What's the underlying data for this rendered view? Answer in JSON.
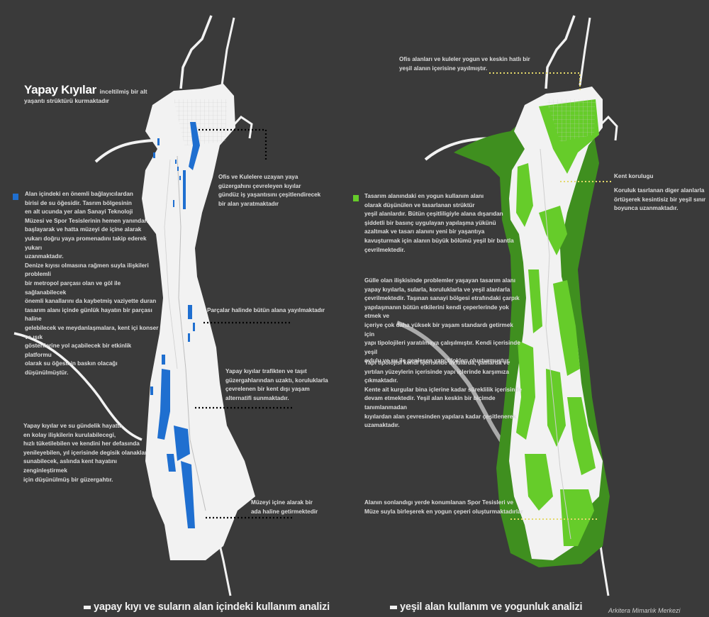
{
  "colors": {
    "background": "#3a3a3a",
    "land": "#f2f2f2",
    "water_blue": "#1f6fd0",
    "green_dark": "#3f8f1f",
    "green_light": "#66cc2a",
    "leader_dotted_black": "#000000",
    "leader_dotted_yellow": "#e4d96a"
  },
  "left": {
    "title_main": "Yapay Kıyılar",
    "title_rest": "inceltilmiş bir alt",
    "title_line2": "yaşantı strüktürü kurmaktadır",
    "legend_text": "Alan içindeki en önemli bağlayıcılardan\nbirisi de su öğesidir. Tasrım bölgesinin\nen alt ucunda yer alan Sanayi Teknoloji\nMüzesi ve  Spor Tesislerinin hemen yanından\nbaşlayarak ve hatta müzeyi de içine alarak\nyukarı doğru yaya promenadını takip ederek yukarı\nuzanmaktadır.\nDenize kıyısı olmasına rağmen suyla ilişkileri problemli\nbir metropol parçası olan ve göl ile sağlanabilecek\nönemli kanallarını da kaybetmiş vaziyette duran\ntasarım alanı içinde günlük hayatın bir parçası haline\ngelebilecek ve meydanlaşmalara, kent içi konser ve ışık\ngösterilerine yol açabilecek bir etkinlik platformu\nolarak su öğesinin baskın olacağı düşünülmüştür.",
    "ann_ofis": "Ofis ve Kulelere uzayan yaya\ngüzergahını çevreleyen kıyılar\ngündüz iş yaşantısını çeşitlendirecek\nbir alan yaratmaktadır",
    "ann_parcalar": "Parçalar halinde bütün alana yayılmaktadır",
    "ann_yapay_trafik": "Yapay kıyılar trafikten ve taşıt\ngüzergahlarından uzaktı, koruluklarla\nçevrelenen bir kent dışı yaşam\nalternatifi sunmaktadır.",
    "ann_gundelik": "Yapay kıyılar ve su gündelik hayatta\nen kolay ilişkilerin kurulabilecegi,\nhızlı tüketilebilen ve kendini her defasında\nyenileyebilen, yıl içerisinde degisik olanaklar\nsunabilecek, aslında kent hayatını zenginleştirmek\n için düşünülmüş bir güzergahtır.",
    "ann_muzeyi": "Müzeyi içine alarak bir\nada haline getirmektedir",
    "bottom_title": "yapay kıyı ve suların alan içindeki kullanım analizi"
  },
  "right": {
    "ann_ofis_alanlari": "Ofis alanları ve kuleler yogun ve keskin hatlı bir\nyeşil alanın içerisine yayılmıştır.",
    "ann_kent_korulugu": "Kent korulugu",
    "ann_koruluk": "Koruluk tasrlanan diger alanlarla\nörtüşerek kesintisiz bir yeşil sınır\nboyunca uzanmaktadır.",
    "legend_text": "Tasarım alanındaki en yogun kullanım alanı\nolarak düşünülen ve tasarlanan strüktür\nyeşil alanlardır.  Bütün çeşitliligiyle alana dışarıdan\nşiddetli bir basınç uygulayan yapılaşma yükünü\nazaltmak ve tasarı alanını yeni bir yaşantıya\nkavuşturmak için alanın büyük bölümü yeşil bir bantla\nçevrilmektedir.",
    "ann_gulle": "Gülle olan ilişkisinde problemler yaşayan tasarım alanı\nyapay kıyılarla, sularla, koruluklarla ve yeşil alanlarla\nçevrilmektedir.  Taşınan sanayi bölgesi etrafındaki çarpık\nyapılaşmanın bütün etkilerini kendi çeperlerinde yok etmek ve\niçeriye çok daha yüksek bir yaşam standardı getirmek için\nyapı tipolojileri yaratılmaya çalışılmıştır.   Kendi içerisinde yeşil\navlulu ve su ile genleşen yapı blokları oluşturmuştur.",
    "ann_yapi_tipolojisi": "Yapı tipolojisi kendi içerisinde avlularda, çatılarda ve\nyırtılan yüzeylerin içerisinde yapı içlerinde karşımıza çıkmaktadır.\nKente ait kurgular bina içlerine kadar süreklilik içerisinde\ndevam etmektedir. Yeşil alan keskin bir biçimde tanımlanmadan\nkıyılardan alan çevresinden yapılara kadar çeşitlenerek\nuzamaktadır.",
    "ann_spor": "Alanın sonlandıgı yerde konumlanan Spor Tesisleri ve\nMüze suyla birleşerek en yogun çeperi oluşturmaktadırlar",
    "bottom_title": "yeşil alan kullanım ve yogunluk analizi"
  },
  "watermark": "Arkitera Mimarlık Merkezi"
}
